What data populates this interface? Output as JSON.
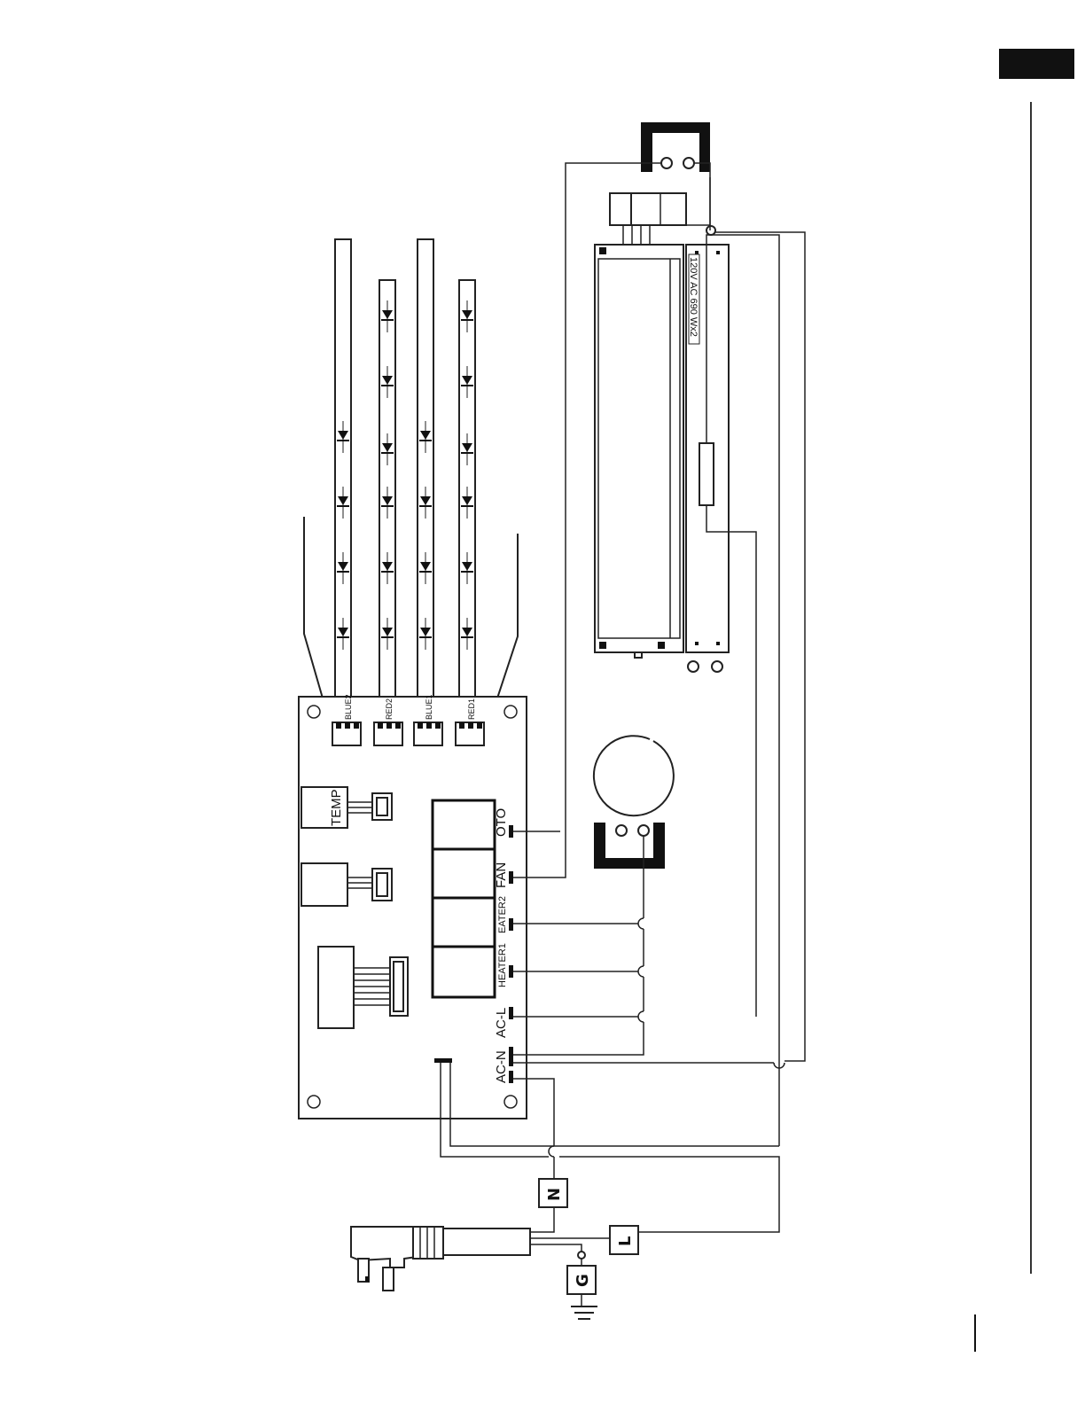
{
  "board": {
    "led_connectors": [
      "BLUE2",
      "RED2",
      "BLUE1",
      "RED1"
    ],
    "temp_label": "TEMP",
    "terminals": [
      "OTO",
      "FAN",
      "EATER2",
      "HEATER1",
      "AC-L",
      "AC-N"
    ]
  },
  "heater_rating": "120V AC 690 Wx2",
  "plug_wires": {
    "neutral": "N",
    "line": "L",
    "ground": "G"
  },
  "colors": {
    "ink": "#111111",
    "tab": "#111111",
    "background": "#ffffff"
  }
}
